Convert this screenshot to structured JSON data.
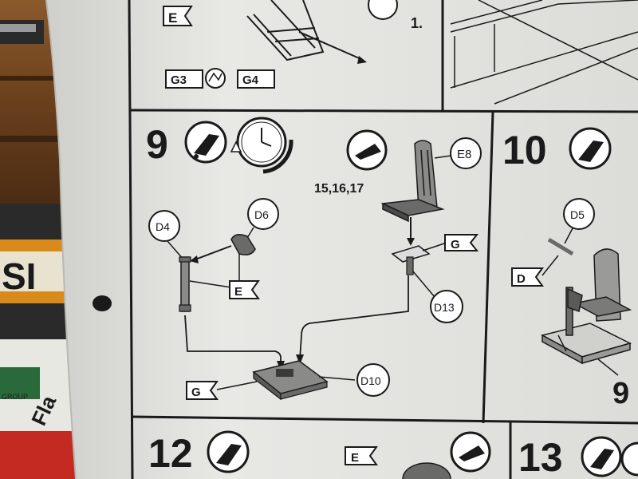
{
  "top_panel": {
    "part_e": "E",
    "part_g3": "G3",
    "part_g4": "G4",
    "step_1": "1."
  },
  "step9": {
    "number": "9",
    "parts_list": "15,16,17",
    "part_e8": "E8",
    "part_g_right": "G",
    "part_d13": "D13",
    "part_d4": "D4",
    "part_d6": "D6",
    "part_e": "E",
    "part_g_bottom": "G",
    "part_d10": "D10"
  },
  "step10": {
    "number": "10",
    "part_d5": "D5",
    "part_d": "D",
    "sub_9": "9"
  },
  "step12": {
    "number": "12",
    "part_e": "E"
  },
  "step13": {
    "number": "13"
  },
  "background": {
    "box_text_1": "SI",
    "box_text_2": "GROUP",
    "box_text_3": "Fla"
  },
  "colors": {
    "paper": "#e9e9e6",
    "ink": "#1a1a1a",
    "wood": "#7a4a22",
    "box_red": "#c42a22",
    "box_orange": "#d88a1a"
  },
  "icons": [
    "glue-tube-icon",
    "clock-icon",
    "paint-icon",
    "rotate-arrow-icon",
    "hand-icon"
  ]
}
